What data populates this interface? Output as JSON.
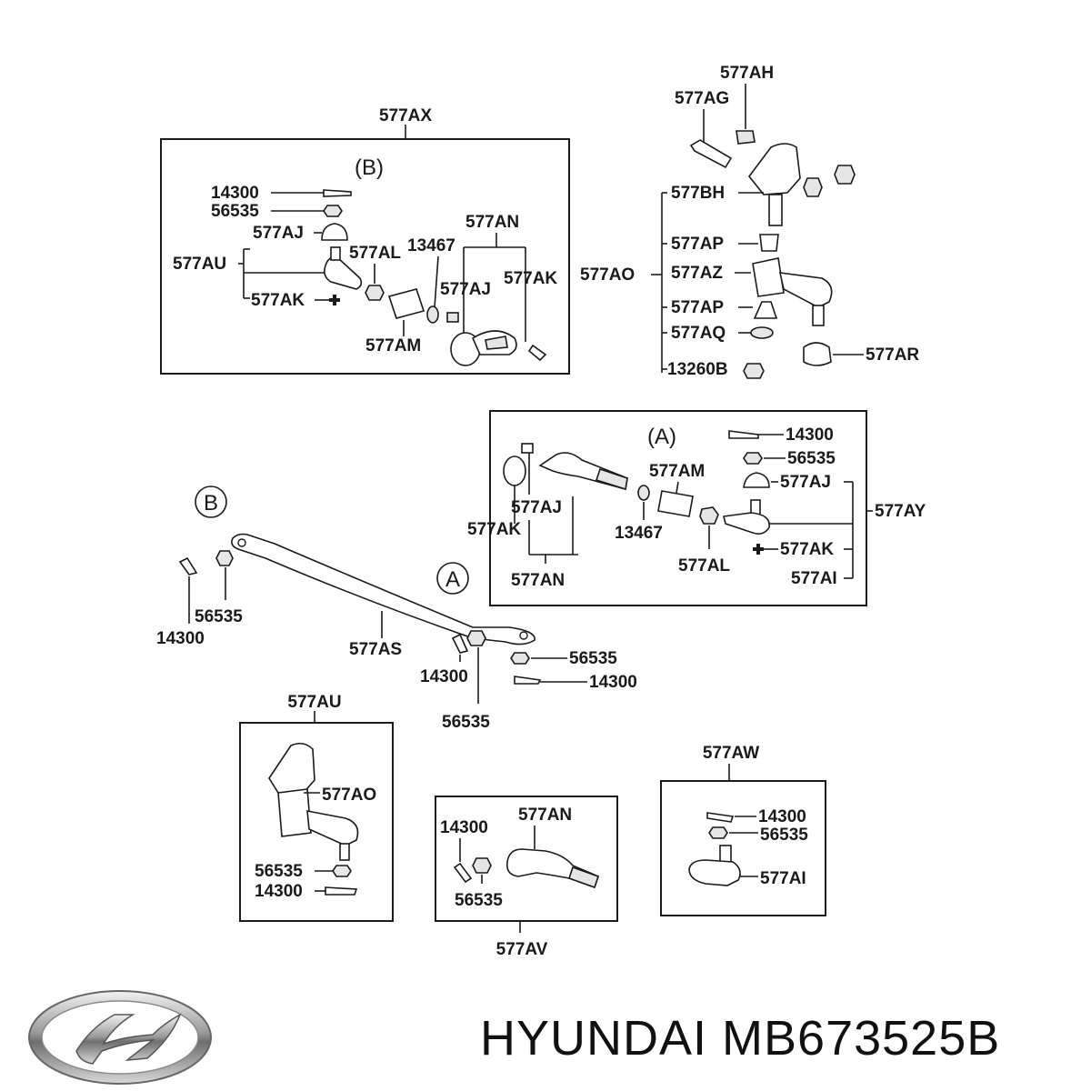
{
  "brand": {
    "name": "HYUNDAI",
    "part_number": "MB673525B"
  },
  "logo": {
    "icon": "hyundai-logo-icon"
  },
  "diagram": {
    "box_b": {
      "marker": "(B)",
      "label": "577AX",
      "parts": [
        "14300",
        "56535",
        "577AJ",
        "577AU",
        "577AK",
        "577AL",
        "13467",
        "577AN",
        "577AJ",
        "577AK",
        "577AM"
      ]
    },
    "idler": {
      "labels": [
        "577AH",
        "577AG",
        "577BH",
        "577AP",
        "577AO",
        "577AZ",
        "577AP",
        "577AQ",
        "577AR",
        "13260B"
      ]
    },
    "box_a": {
      "marker": "(A)",
      "label": "577AY",
      "parts": [
        "14300",
        "56535",
        "577AM",
        "577AJ",
        "577AK",
        "577AJ",
        "13467",
        "577AK",
        "577AL",
        "577AI",
        "577AN"
      ]
    },
    "relay_rod": {
      "marker_b": "B",
      "marker_a": "A",
      "label": "577AS",
      "parts": [
        "56535",
        "14300",
        "14300",
        "56535",
        "14300",
        "56535"
      ]
    },
    "box_au": {
      "label": "577AU",
      "parts": [
        "577AO",
        "56535",
        "14300"
      ]
    },
    "box_av": {
      "label": "577AV",
      "parts": [
        "14300",
        "577AN",
        "56535"
      ]
    },
    "box_aw": {
      "label": "577AW",
      "parts": [
        "14300",
        "56535",
        "577AI"
      ]
    }
  }
}
